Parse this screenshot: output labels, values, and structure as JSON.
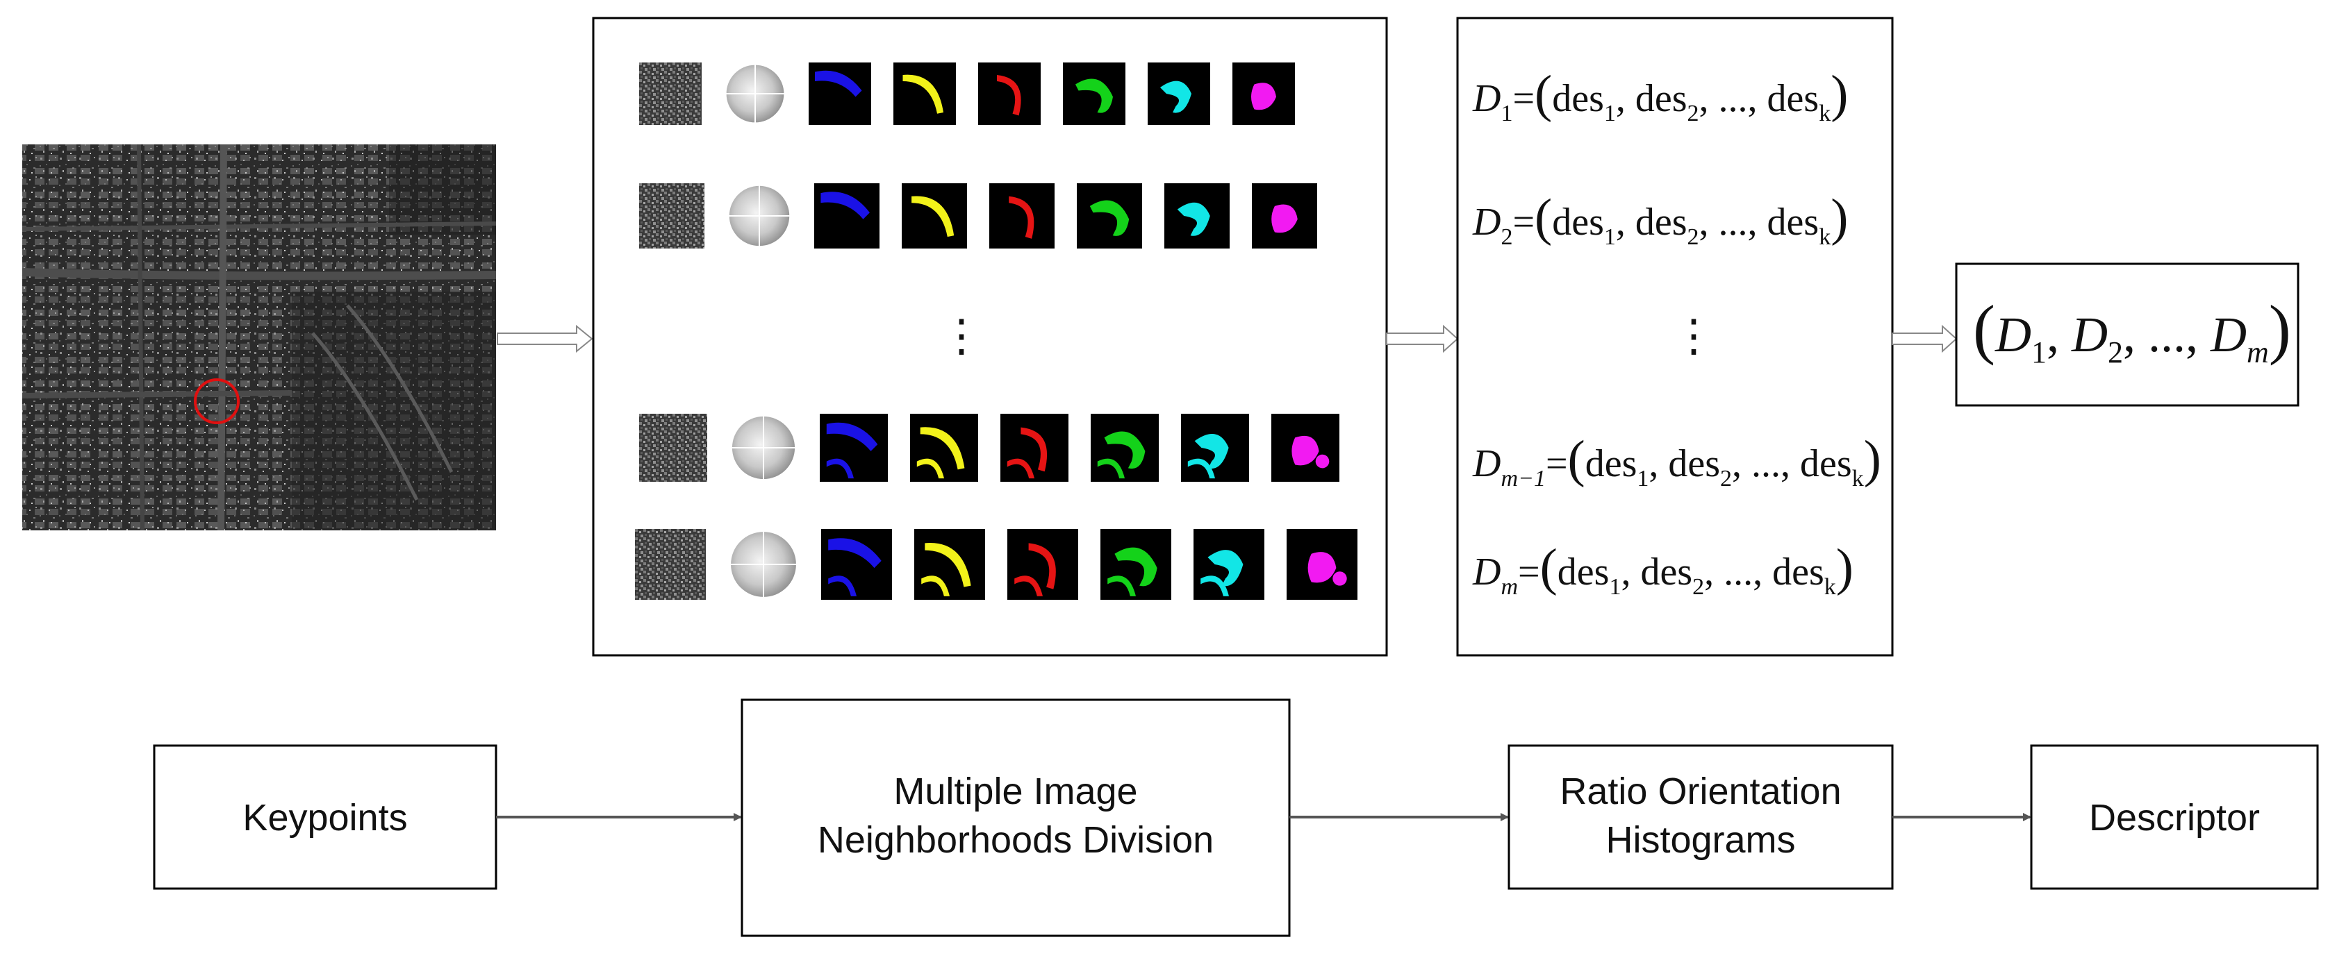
{
  "colors": {
    "blue": "#1a12e6",
    "yellow": "#f2f21a",
    "red": "#e61414",
    "green": "#14d21a",
    "cyan": "#12e6e6",
    "magenta": "#f21af2",
    "circle": "#e01010",
    "arrow": "#555555"
  },
  "flow": {
    "keypoints": "Keypoints",
    "division_line1": "Multiple Image",
    "division_line2": "Neighborhoods Division",
    "histograms_line1": "Ratio Orientation",
    "histograms_line2": "Histograms",
    "descriptor": "Descriptor"
  },
  "descriptors": {
    "equals": "=",
    "open": "(",
    "close": ")",
    "des": "des",
    "sep": ",",
    "dots": "...",
    "sub_1": "1",
    "sub_2": "2",
    "sub_k": "k",
    "D": "D",
    "row_subs": [
      "1",
      "2",
      "m−1",
      "m"
    ],
    "vertical_dots": "⋮",
    "final_sub_m": "m"
  },
  "panel": {
    "vertical_dots": "⋮"
  }
}
